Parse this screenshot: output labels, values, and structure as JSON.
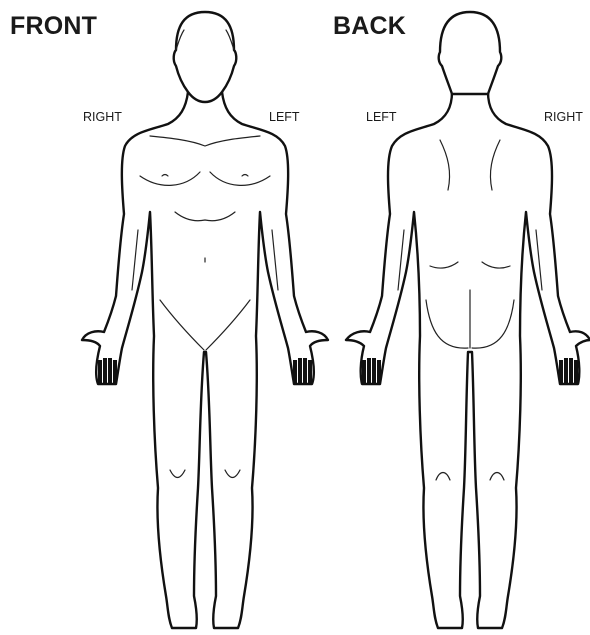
{
  "views": {
    "front": {
      "title": "FRONT",
      "right_label": "RIGHT",
      "left_label": "LEFT"
    },
    "back": {
      "title": "BACK",
      "left_label": "LEFT",
      "right_label": "RIGHT"
    }
  },
  "colors": {
    "outline": "#111111",
    "fill": "#ffffff",
    "text": "#1a1a1a"
  }
}
